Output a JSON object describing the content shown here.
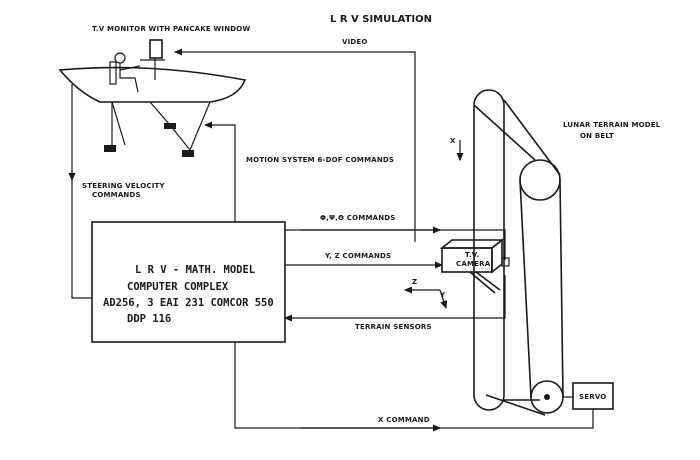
{
  "title": "L R V SIMULATION",
  "labels": {
    "monitor": "T.V MONITOR WITH PANCAKE WINDOW",
    "video": "VIDEO",
    "steering_1": "STEERING VELOCITY",
    "steering_2": "COMMANDS",
    "motion": "MOTION SYSTEM 6-DOF COMMANDS",
    "phi_psi_theta": "Φ,Ψ,Θ COMMANDS",
    "y_z": "Y, Z COMMANDS",
    "terrain_sensors": "TERRAIN SENSORS",
    "x_command": "X COMMAND",
    "lunar_1": "LUNAR TERRAIN MODEL",
    "lunar_2": "ON BELT",
    "x_axis": "X",
    "z_axis": "Z",
    "y_axis": "Y",
    "servo": "SERVO",
    "camera_1": "T.V.",
    "camera_2": "CAMERA"
  },
  "computer_box": {
    "line1": "L R V - MATH. MODEL",
    "line2": "COMPUTER COMPLEX",
    "line3": "AD256, 3 EAI 231 COMCOR 550",
    "line4": "DDP 116"
  }
}
